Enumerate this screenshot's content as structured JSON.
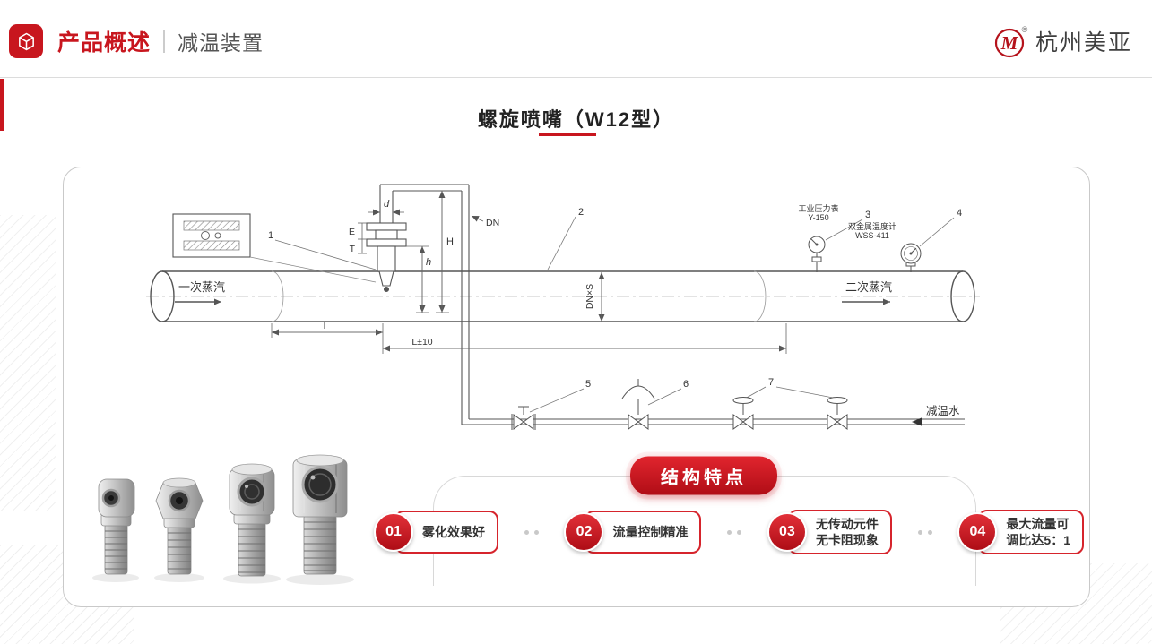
{
  "header": {
    "title": "产品概述",
    "subtitle": "减温装置",
    "brand": "杭州美亚",
    "logo_letter": "M",
    "reg": "®"
  },
  "slide": {
    "title": "螺旋喷嘴（W12型）"
  },
  "diagram": {
    "steam_in": "一次蒸汽",
    "steam_out": "二次蒸汽",
    "water": "减温水",
    "pipe_spec": "DN×S",
    "dim_d": "d",
    "dim_DN": "DN",
    "dim_E": "E",
    "dim_T": "T",
    "dim_H": "H",
    "dim_h": "h",
    "dim_I": "I",
    "dim_L": "L±10",
    "gauge_pressure_line1": "工业压力表",
    "gauge_pressure_line2": "Y-150",
    "gauge_temp_line1": "双金属温度计",
    "gauge_temp_line2": "WSS-411",
    "n1": "1",
    "n2": "2",
    "n3": "3",
    "n4": "4",
    "n5": "5",
    "n6": "6",
    "n7": "7"
  },
  "features": {
    "banner": "结构特点",
    "items": [
      {
        "num": "01",
        "lines": [
          "雾化效果好"
        ]
      },
      {
        "num": "02",
        "lines": [
          "流量控制精准"
        ]
      },
      {
        "num": "03",
        "lines": [
          "无传动元件",
          "无卡阻现象"
        ]
      },
      {
        "num": "04",
        "lines": [
          "最大流量可",
          "调比达5：1"
        ]
      }
    ]
  },
  "colors": {
    "accent": "#c8161e"
  }
}
